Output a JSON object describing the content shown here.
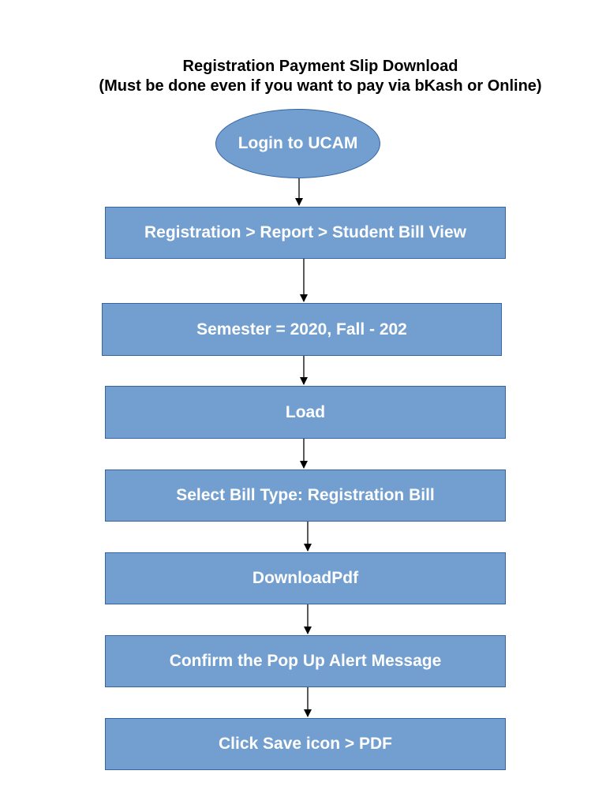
{
  "diagram": {
    "title_line1": "Registration Payment Slip Download",
    "title_line2": "(Must be done even if you want to pay via bKash or Online)",
    "start_node": {
      "label": "Login to UCAM"
    },
    "steps": [
      {
        "label": "Registration > Report > Student Bill View"
      },
      {
        "label": "Semester = 2020, Fall - 202"
      },
      {
        "label": "Load"
      },
      {
        "label": "Select Bill Type: Registration Bill"
      },
      {
        "label": "DownloadPdf"
      },
      {
        "label": "Confirm the Pop Up Alert Message"
      },
      {
        "label": "Click Save icon > PDF"
      }
    ],
    "colors": {
      "node_fill": "#729fcf",
      "node_border": "#3465a4",
      "node_text": "#ffffff",
      "arrow": "#000000"
    }
  }
}
